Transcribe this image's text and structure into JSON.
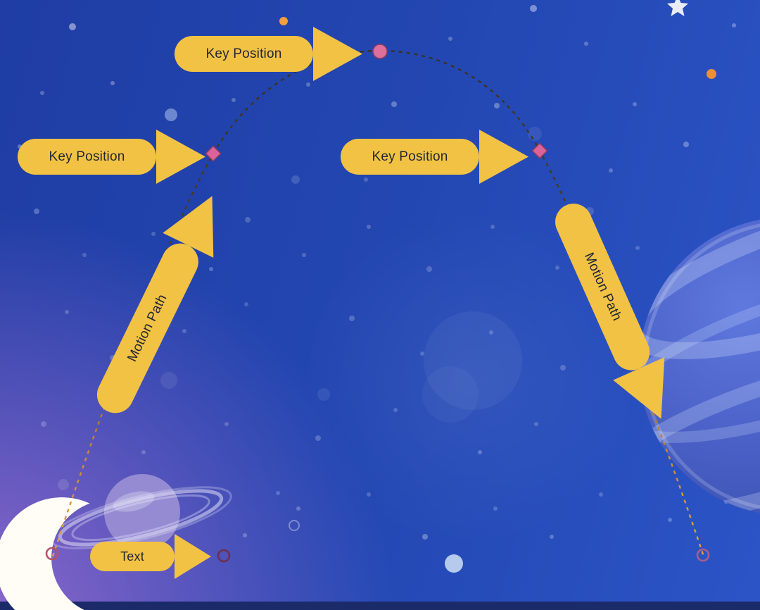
{
  "scene": {
    "description": "Space-themed slide illustration annotated with motion-path animation callouts",
    "background_objects": [
      "crescent-moon",
      "ringed-planet",
      "striped-planet",
      "stars",
      "orange-dots",
      "white-star"
    ]
  },
  "callouts": {
    "key_position_top": {
      "label": "Key Position"
    },
    "key_position_left": {
      "label": "Key Position"
    },
    "key_position_mid": {
      "label": "Key Position"
    },
    "motion_path_left": {
      "label": "Motion Path"
    },
    "motion_path_right": {
      "label": "Motion Path"
    },
    "text": {
      "label": "Text"
    }
  },
  "markers": {
    "apex": {
      "type": "key-position-dot",
      "shape": "filled-circle"
    },
    "left": {
      "type": "key-position-diamond",
      "shape": "diamond"
    },
    "right": {
      "type": "key-position-diamond",
      "shape": "diamond"
    },
    "path_start": {
      "type": "path-endpoint",
      "shape": "open-circle"
    },
    "text_endpoint": {
      "type": "path-endpoint",
      "shape": "open-circle"
    },
    "path_end": {
      "type": "path-endpoint",
      "shape": "open-circle"
    }
  },
  "motion_path": {
    "style": "dashed-arc",
    "passes_through": [
      "path_start",
      "left",
      "apex",
      "right",
      "path_end"
    ]
  },
  "colors": {
    "arrow_fill": "#F2C244",
    "arrow_text": "#232733",
    "marker_fill": "#DB639A",
    "marker_stroke": "#8A3D5E",
    "ring_stroke": "#9C3F64",
    "path_dark": "#3C3320",
    "path_orange": "#E6A23E",
    "background_blue": "#2347B2",
    "background_purple": "#9A6CD0",
    "bottom_bar": "#1B2A69"
  }
}
